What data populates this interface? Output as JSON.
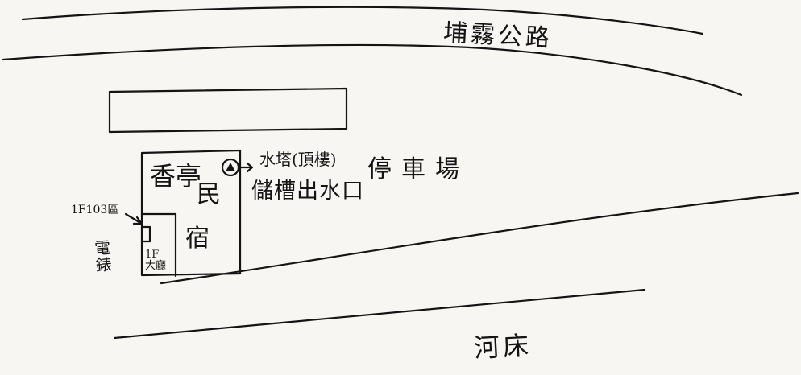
{
  "diagram": {
    "road_label": "埔霧公路",
    "inn_name": "香亭民宿",
    "inn_name_parts": [
      "香亭",
      "民",
      "宿"
    ],
    "water_tower_label": "水塔(頂樓)",
    "tank_outlet_label": "儲槽出水口",
    "parking_label": "停車場",
    "meter_label": "1F103區",
    "electric_meter_label": "電錶",
    "stairs_label": "1F大廳",
    "riverbed_label": "河床",
    "ink_color": "#141414",
    "paper_color": "#f7f6f3",
    "icons": {
      "water_tower": "triangle-in-circle-icon",
      "outlet_arrow": "arrow-right-icon",
      "meter_pointer": "arrow-right-icon"
    }
  }
}
